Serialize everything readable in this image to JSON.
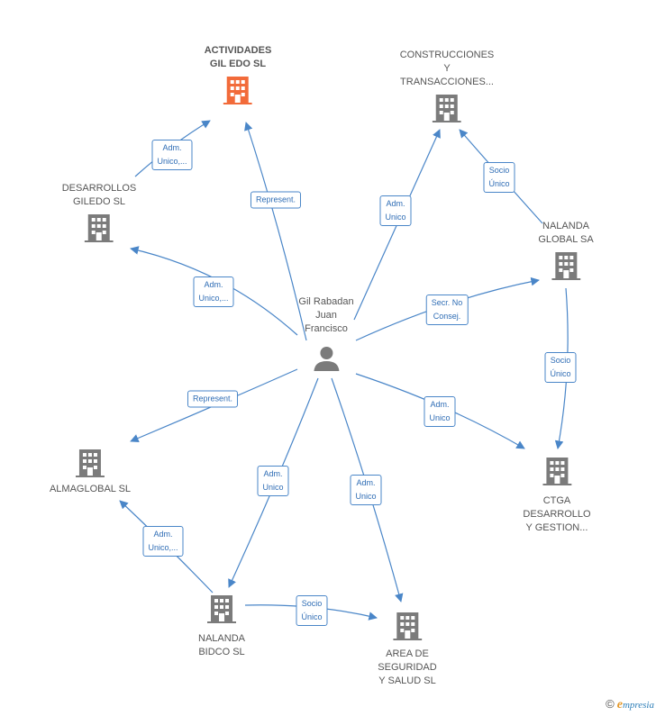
{
  "center": {
    "name_lines": [
      "Gil Rabadan",
      "Juan",
      "Francisco"
    ],
    "icon": "person-icon"
  },
  "nodes": {
    "actividades": {
      "lines": [
        "ACTIVIDADES",
        "GIL EDO  SL"
      ],
      "color": "#f26b3a"
    },
    "construcciones": {
      "lines": [
        "CONSTRUCCIONES",
        "Y",
        "TRANSACCIONES..."
      ],
      "color": "#7b7b7b"
    },
    "desarrollos": {
      "lines": [
        "DESARROLLOS",
        "GILEDO  SL"
      ],
      "color": "#7b7b7b"
    },
    "nalanda_global": {
      "lines": [
        "NALANDA",
        "GLOBAL SA"
      ],
      "color": "#7b7b7b"
    },
    "almaglobal": {
      "lines": [
        "ALMAGLOBAL SL"
      ],
      "color": "#7b7b7b"
    },
    "ctga": {
      "lines": [
        "CTGA",
        "DESARROLLO",
        "Y GESTION..."
      ],
      "color": "#7b7b7b"
    },
    "nalanda_bidco": {
      "lines": [
        "NALANDA",
        "BIDCO  SL"
      ],
      "color": "#7b7b7b"
    },
    "area": {
      "lines": [
        "AREA DE",
        "SEGURIDAD",
        "Y SALUD SL"
      ],
      "color": "#7b7b7b"
    }
  },
  "edge_labels": {
    "desarrollos_actividades": [
      "Adm.",
      "Unico,..."
    ],
    "center_actividades": [
      "Represent."
    ],
    "center_construcciones": [
      "Adm.",
      "Unico"
    ],
    "nalanda_construcciones": [
      "Socio",
      "Único"
    ],
    "center_desarrollos": [
      "Adm.",
      "Unico,..."
    ],
    "center_nalanda": [
      "Secr.  No",
      "Consej."
    ],
    "nalanda_ctga": [
      "Socio",
      "Único"
    ],
    "center_almaglobal": [
      "Represent."
    ],
    "center_ctga": [
      "Adm.",
      "Unico"
    ],
    "center_bidco": [
      "Adm.",
      "Unico"
    ],
    "center_area": [
      "Adm.",
      "Unico"
    ],
    "bidco_almaglobal": [
      "Adm.",
      "Unico,..."
    ],
    "bidco_area": [
      "Socio",
      "Único"
    ]
  },
  "footer": {
    "copyright": "©",
    "brand_initial": "e",
    "brand_rest": "mpresia"
  },
  "colors": {
    "edge": "#4a86c8",
    "building": "#7b7b7b",
    "highlight": "#f26b3a"
  }
}
